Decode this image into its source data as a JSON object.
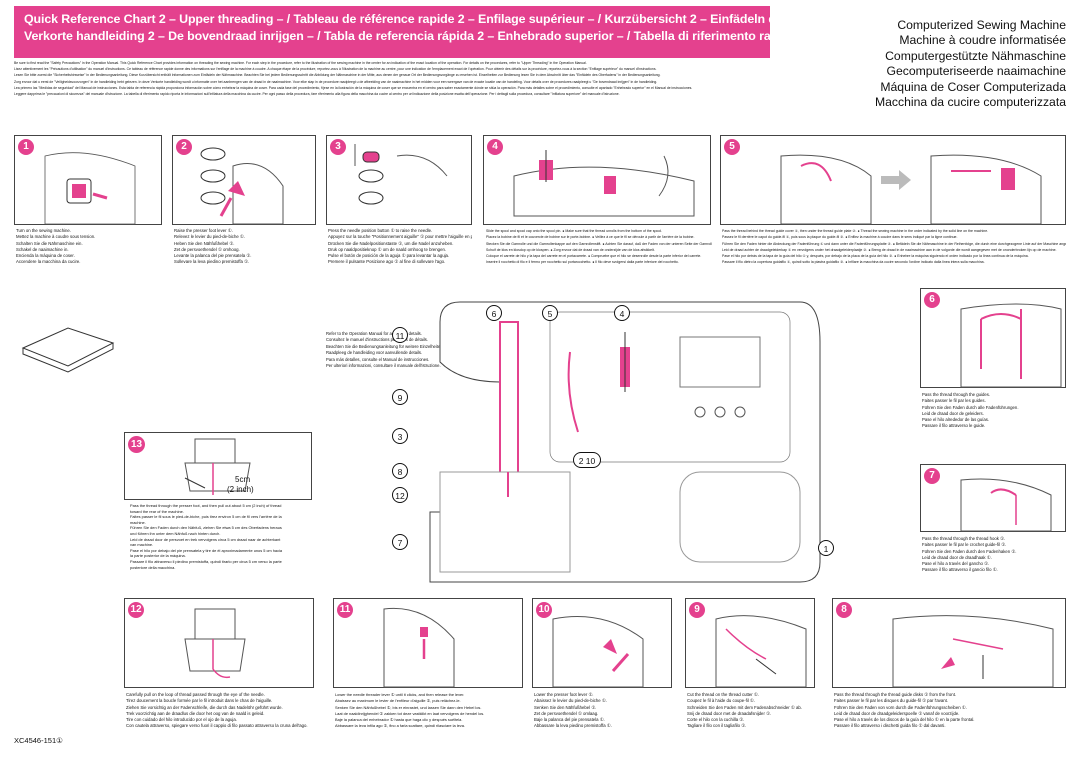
{
  "header": {
    "banner_line1": "Quick Reference Chart 2 – Upper threading – / Tableau de référence rapide 2 – Enfilage supérieur – / Kurzübersicht 2 – Einfädeln des Oberfadens –",
    "banner_line2": "Verkorte handleiding 2 – De bovendraad inrijgen – / Tabla de referencia rápida 2 – Enhebrado superior – / Tabella di riferimento rapido 2 – Infilatura superiore –",
    "titles": [
      "Computerized Sewing Machine",
      "Machine à coudre informatisée",
      "Computergestützte Nähmaschine",
      "Gecomputeriseerde naaimachine",
      "Máquina de Coser Computerizada",
      "Macchina da cucire computerizzata"
    ]
  },
  "intro": [
    "Be sure to first read the \"Safety Precautions\" in the Operation Manual. This Quick Reference Chart provides information on threading the sewing machine. For each step in the procedure, refer to the illustration of the sewing machine in the center for an indication of the exact location of the operation. For details on the procedures, refer to \"Upper Threading\" in the Operation Manual.",
    "Lisez attentivement les \"Précautions d'utilisation\" du manuel d'instructions. Ce tableau de référence rapide donne des informations sur l'enfilage de la machine à coudre. A chaque étape de la procédure, reportez-vous à l'illustration de la machine au centre, pour une indication de l'emplacement exact de l'opération. Pour obtenir des détails sur la procédure, reportez-vous à la section \"Enfilage supérieur\" du manuel d'instructions.",
    "Lesen Sie bitte zuerst die \"Sicherheitshinweise\" in der Bedienungsanleitung. Diese Kurzübersicht enthält Informationen zum Einfädeln der Nähmaschine. Beachten Sie bei jedem Bedienungsschritt die Abbildung der Nähmaschine in der Mitte, aus denen der genaue Ort der Bedienungsvorgänge zu ersehen ist. Einzelheiten zur Bedienung lesen Sie in dem Abschnitt über das \"Einfädeln des Oberfadens\" in der Bedienungsanleitung.",
    "Zorg ervoor dat u eerst de \"Veiligheidsvoorzorgen\" in de handleiding hebt gelezen. In deze Verkorte handleiding wordt u informatie over het aanbrengen van de draad in de naaimachine. Voor elke stap in de procedure raadpleegt u de afbeelding van de naaimachine in het midden voor een weergave van de exacte locatie van de handeling. Voor details over de procedures raadpleegt u \"De bovendraad inrijgen\" in de handleiding.",
    "Lea primero las \"Medidas de seguridad\" del Manual de instrucciones. Esta tabla de referencia rápida proporciona información sobre cómo enhebrar la máquina de coser. Para cada fase del procedimiento, fíjese en la ilustración de la máquina de coser que se encuentra en el centro para saber exactamente dónde se sitúa la operación. Para más detalles sobre el procedimiento, consulte el apartado \"Enhebrado superior\" en el Manual de instrucciones.",
    "Leggere dapprima le \"precauzioni di sicurezza\" del manuale d'istruzione. La tabella di riferimento rapido riporta le informazioni sull'infilatura della macchina da cucire. Per ogni passo della procedura, fare riferimento alla figura della macchina da cucire al centro per un'indicazione della posizione esatta dell'operazione. Per i dettagli sulla procedura, consultare \"Infilatura superiore\" del manuale d'istruzione."
  ],
  "panels": {
    "p1": {
      "num": "1",
      "text": [
        "Turn on the sewing machine.",
        "Mettez la machine à coudre sous tension.",
        "Schalten Sie die Nähmaschine ein.",
        "Schakel de naaimachine in.",
        "Encienda la máquina de coser.",
        "Accendere la macchina da cucire."
      ]
    },
    "p2": {
      "num": "2",
      "text": [
        "Raise the presser foot lever ①.",
        "Relevez le levier du pied-de-biche ①.",
        "Heben Sie den Nähfußhebel ①.",
        "Zet de persvoethendel ① omhoog.",
        "Levante la palanca del pie prensatela ①.",
        "Sollevare la leva piedino premistoffa ①."
      ]
    },
    "p3": {
      "num": "3",
      "text": [
        "Press the needle position button ① to raise the needle.",
        "Appuyez sur la touche \"Positionnement aiguille\" ① pour mettre l'aiguille en position haute.",
        "Drücken Sie die Nadelpositionstaste ①, um die Nadel anzuheben.",
        "Druk op naaldpositieknop ① om de naald omhoog te brengen.",
        "Pulse el botón de posición de la aguja ① para levantar la aguja.",
        "Premere il pulsante Posizione ago ① al fine di sollevare l'ago."
      ]
    },
    "p4": {
      "num": "4",
      "text": [
        "Slide the spool and spool cap onto the spool pin. ● Make sure that the thread unrolls from the bottom of the spool.",
        "Placez la bobine de fil et le couvercle de bobine sur le porte-bobine. ● Veillez à ce que le fil se déroule à partir de l'arrière de la bobine.",
        "Stecken Sie die Garnrolle und die Garnrollenkappe auf den Garnrollenstift. ● Achten Sie darauf, daß der Faden von der unteren Seite der Garnrolle abgespult wird.",
        "Schuif de klos en klosdop op de klospen. ● Zorg ervoor dat de draad van de onderzijde van de klos afwikkelt.",
        "Coloque el carrete de hilo y la tapa del carrete en el portacarrete. ● Compruebe que el hilo se desenrolle desde la parte inferior del carrete.",
        "Inserire il rocchetto di filo e il fermo per rocchetto sul portarocchetto. ● Il filo deve svolgersi dalla parte inferiore del rocchetto."
      ]
    },
    "p5": {
      "num": "5",
      "text": [
        "Pass the thread behind the thread guide cover ①, then under the thread guide plate ②. ● Thread the sewing machine in the order indicated by the solid line on the machine.",
        "Passez le fil derrière le capot du guide-fil ①, puis sous la plaque du guide-fil ②. ● Enfilez la machine à coudre dans le sens indiqué par la ligne continue.",
        "Führen Sie den Faden hinter die Abdeckung der Fadenführung ① und dann unter die Fadenführungsplatte ②. ● Befädeln Sie die Nähmaschine in der Reihenfolge, die durch eine durchgezogene Linie auf der Maschine angegeben ist.",
        "Leid de draad achter de draadgeleiderkap ① en vervolgens onder het draadgeleiderplaatje ②. ● Breng de draad in de naaimachine aan in de volgorde die wordt aangegeven met de ononderbroken lijn op de machine.",
        "Pase el hilo por detrás de la tapa de la guía del hilo ① y, después, por debajo de la placa de la guía del hilo ②. ● Enhebre la máquina siguiendo el orden indicado por la línea continua de la máquina.",
        "Passare il filo dietro la copertura guidafilo ①, quindi sotto la piastra guidafilo ②. ● Infilare la macchina da cucire secondo l'ordine indicato dalla linea intera sulla macchina."
      ]
    },
    "p6": {
      "num": "6",
      "text": [
        "Pass the thread through the guides.",
        "Faites passer le fil par les guides.",
        "Führen Sie den Faden durch alle Fadenführungen.",
        "Leid de draad door de geleiders.",
        "Pase el hilo alrededor de las guías.",
        "Passare il filo attraverso le guide."
      ]
    },
    "p7": {
      "num": "7",
      "text": [
        "Pass the thread through the thread hook ①.",
        "Faites passer le fil par le crochet guide-fil ①.",
        "Führen Sie den Faden durch den Fadenhaken ①.",
        "Leid de draad door de draadhaak ①.",
        "Pase el hilo a través del gancho ①.",
        "Passare il filo attraverso il gancio filo ①."
      ]
    },
    "p8": {
      "num": "8",
      "text": [
        "Pass the thread through the thread guide disks ① from the front.",
        "Faites passer le fil par les disques du guide-fil ① par l'avant.",
        "Führen Sie den Faden von vorn durch die Fadenführungsscheiben ①.",
        "Leid de draad door de draadgeleiderspoelle ① vanaf de voorzijde.",
        "Pase el hilo a través de los discos de la guía del hilo ① en la parte frontal.",
        "Passare il filo attraverso i dischetti guida filo ① dal davanti."
      ]
    },
    "p9": {
      "num": "9",
      "text": [
        "Cut the thread on the thread cutter ①.",
        "Coupez le fil à l'aide du coupe-fil ①.",
        "Schneiden Sie den Faden mit dem Fadenabschneider ① ab.",
        "Snij de draad door met de draadafsnijder ①.",
        "Corte el hilo con la cuchilla ①.",
        "Tagliare il filo con il tagliafilo ①."
      ]
    },
    "p10": {
      "num": "10",
      "text": [
        "Lower the presser foot lever ①.",
        "Abaissez le levier du pied-de-biche ①.",
        "Senken Sie den Nähfußhebel ①.",
        "Zet de persvoethendel ① omlaag.",
        "Baje la palanca del pie prensatela ①.",
        "Abbassare la leva piedino premistoffa ①."
      ]
    },
    "p11": {
      "num": "11",
      "text": [
        "Lower the needle threader lever ① until it clicks, and then release the lever.",
        "Abaissez au maximum le levier de l'enfileur d'aiguille ①, puis relâchez-le.",
        "Senken Sie den Nähfußhebel ①, bis er einrastet, und lassen Sie dann den Hebel los.",
        "Laat de naaldinrijghendel ① zakken tot deze vastklikt en laat vervolgens de hendel los.",
        "Baje la palanca del enhebrador ① hasta que haga clic y después suéltela.",
        "Abbassare la leva infila ago ①, fino a farla scattare, quindi rilasciare la leva."
      ]
    },
    "p12": {
      "num": "12",
      "text": [
        "Carefully pull on the loop of thread passed through the eye of the needle.",
        "Tirez doucement la boucle formée par le fil introduit dans le chas de l'aiguille.",
        "Ziehen Sie vorsichtig an der Fadenschleife, die durch das Nadelöhr geführt wurde.",
        "Trek voorzichtig aan de draadlus die door het oog van de naald is geleid.",
        "Tire con cuidado del hilo introducido por el ojo de la aguja.",
        "Con cautela attraverso, spiegare verso fuori il cappio di filo passato attraverso la cruna dell'ago."
      ]
    },
    "p13": {
      "num": "13",
      "measure": [
        "5cm",
        "(2 inch)"
      ],
      "text": [
        "Pass the thread through the presser foot, and then pull out about 5 cm (2 inch) of thread",
        "toward the rear of the machine.",
        "Faites passer le fil sous le pied-de-biche, puis tirez environ 5 cm de fil vers l'arrière de la",
        "machine.",
        "Führen Sie den Faden durch den Nähfuß, ziehen Sie etwa 5 cm des Oberfadens heraus",
        "und führen ihn unter dem Nähfuß nach hinten durch.",
        "Leid de draad door de persvoet en trek vervolgens circa 5 cm draad naar de achterkant",
        "van machine.",
        "Pase el hilo por debajo del pie prensatela y tire de él aproximadamente unos 5 cm hacia",
        "la parte posterior de la máquina.",
        "Passare il filo attraverso il piedino premistoffa, quindi tirarlo per circa 5 cm verso la parte",
        "posteriore della macchina."
      ]
    }
  },
  "reference_note": [
    "Refer to the Operation Manual for additional details.",
    "Consultez le manuel d'instructions pour plus de détails.",
    "Beachten Sie die Bedienungsanleitung für weitere Einzelheiten.",
    "Raadpleeg de handleiding voor aanvullende details.",
    "Para más detalles, consulte el Manual de instrucciones.",
    "Per ulteriori informazioni, consultare il manuale dell'istruzione."
  ],
  "center_markers": [
    "6",
    "5",
    "4",
    "11",
    "9",
    "3",
    "2 10",
    "8",
    "12",
    "7",
    "1"
  ],
  "footer": {
    "code": "XC4546-151①"
  },
  "colors": {
    "accent": "#e4418e",
    "line": "#444444"
  }
}
